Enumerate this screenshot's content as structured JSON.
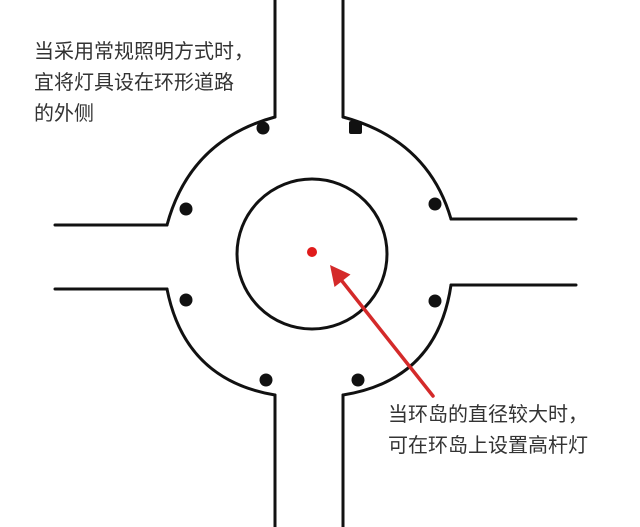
{
  "diagram": {
    "road_color": "#111111",
    "arrow_color": "#d42a2a",
    "center_light_color": "#e01b1b",
    "note_top": {
      "lines": [
        "当采用常规照明方式时，",
        "宜将灯具设在环形道路",
        "的外侧"
      ]
    },
    "note_bottom": {
      "lines": [
        "当环岛的直径较大时，",
        "可在环岛上设置高杆灯"
      ]
    }
  }
}
